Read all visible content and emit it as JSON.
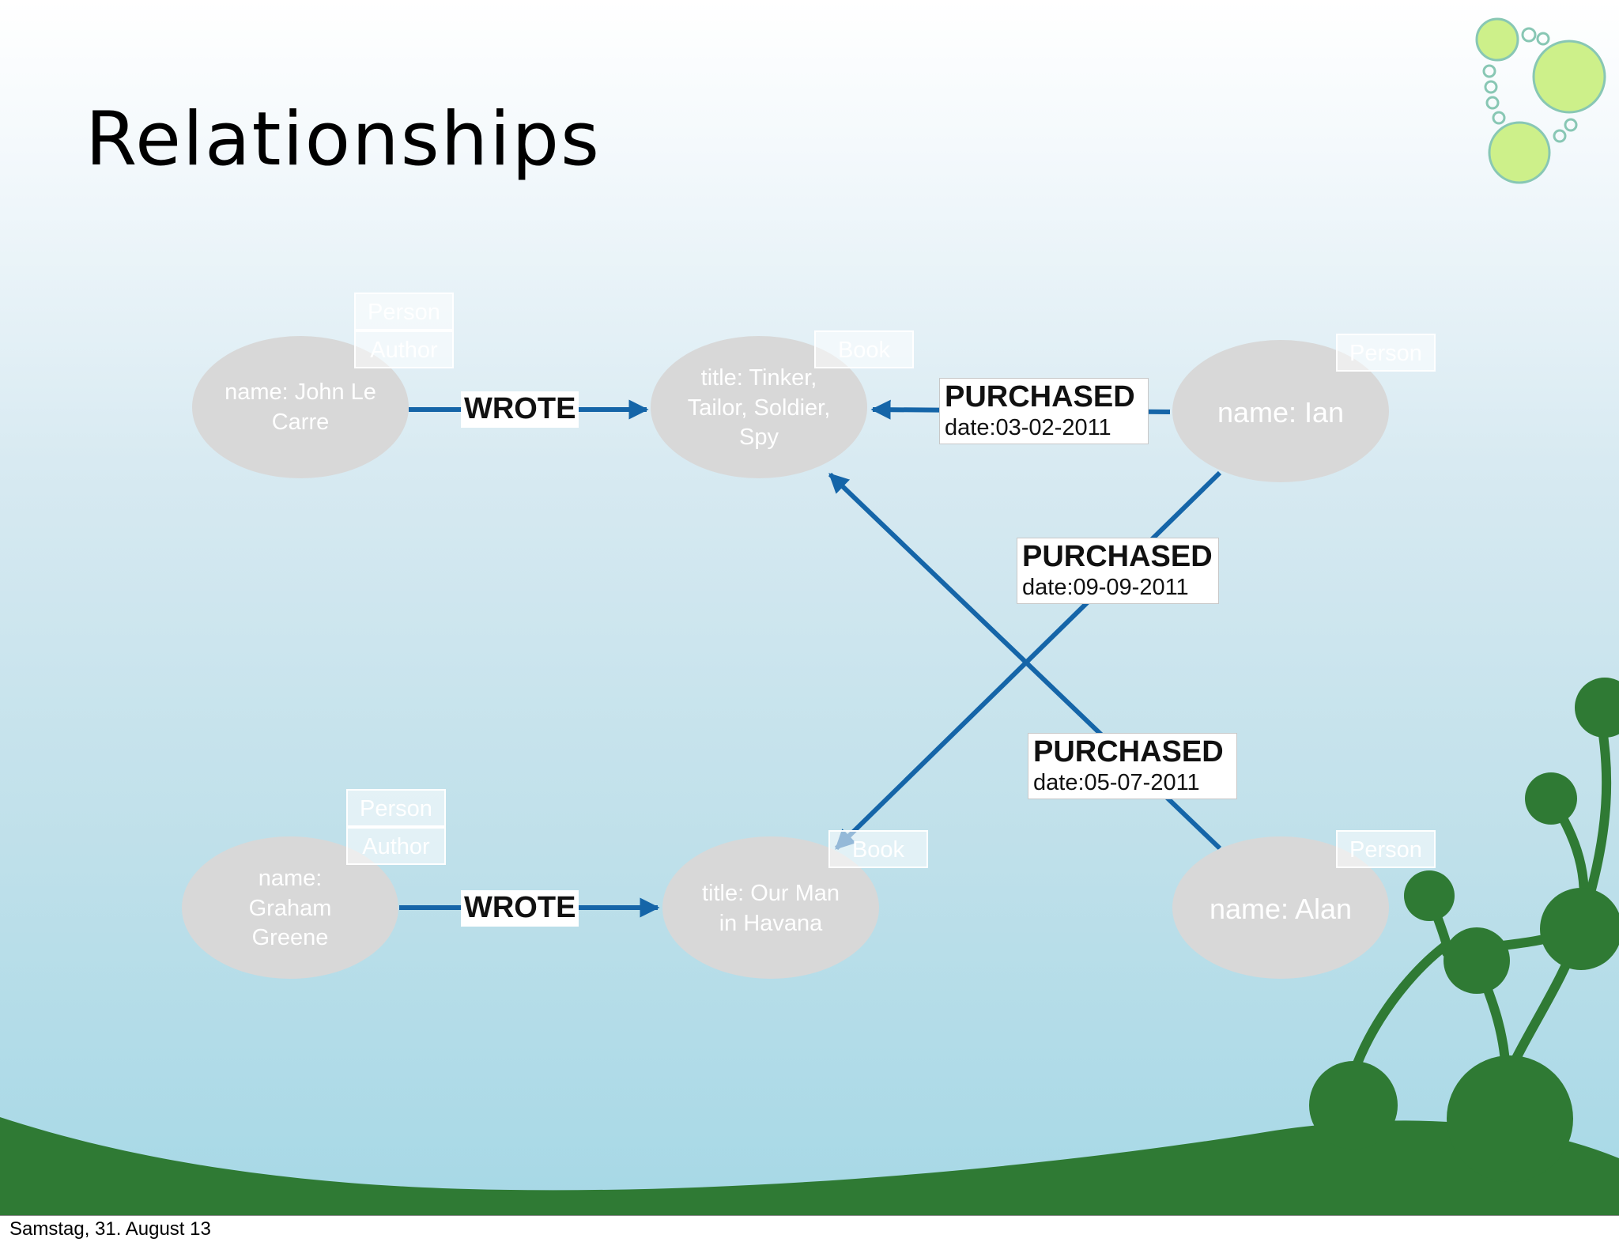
{
  "slide": {
    "title": "Relationships",
    "footer": "Samstag, 31. August 13"
  },
  "colors": {
    "edge": "#1565a8",
    "node_fill": "#d8d8d8",
    "hill": "#2f7a34",
    "bubble": "#cdf08a"
  },
  "nodes": {
    "john": {
      "text": "name: John Le\nCarre",
      "labels": [
        "Person",
        "Author"
      ]
    },
    "tinker": {
      "text": "title: Tinker,\nTailor, Soldier,\nSpy",
      "labels": [
        "Book"
      ]
    },
    "ian": {
      "text": "name: Ian",
      "labels": [
        "Person"
      ]
    },
    "graham": {
      "text": "name:\nGraham\nGreene",
      "labels": [
        "Person",
        "Author"
      ]
    },
    "havana": {
      "text": "title: Our Man\nin Havana",
      "labels": [
        "Book"
      ]
    },
    "alan": {
      "text": "name: Alan",
      "labels": [
        "Person"
      ]
    }
  },
  "relationships": {
    "wrote1": {
      "type": "WROTE"
    },
    "wrote2": {
      "type": "WROTE"
    },
    "p1": {
      "type": "PURCHASED",
      "prop": "date:03-02-2011"
    },
    "p2": {
      "type": "PURCHASED",
      "prop": "date:09-09-2011"
    },
    "p3": {
      "type": "PURCHASED",
      "prop": "date:05-07-2011"
    }
  }
}
